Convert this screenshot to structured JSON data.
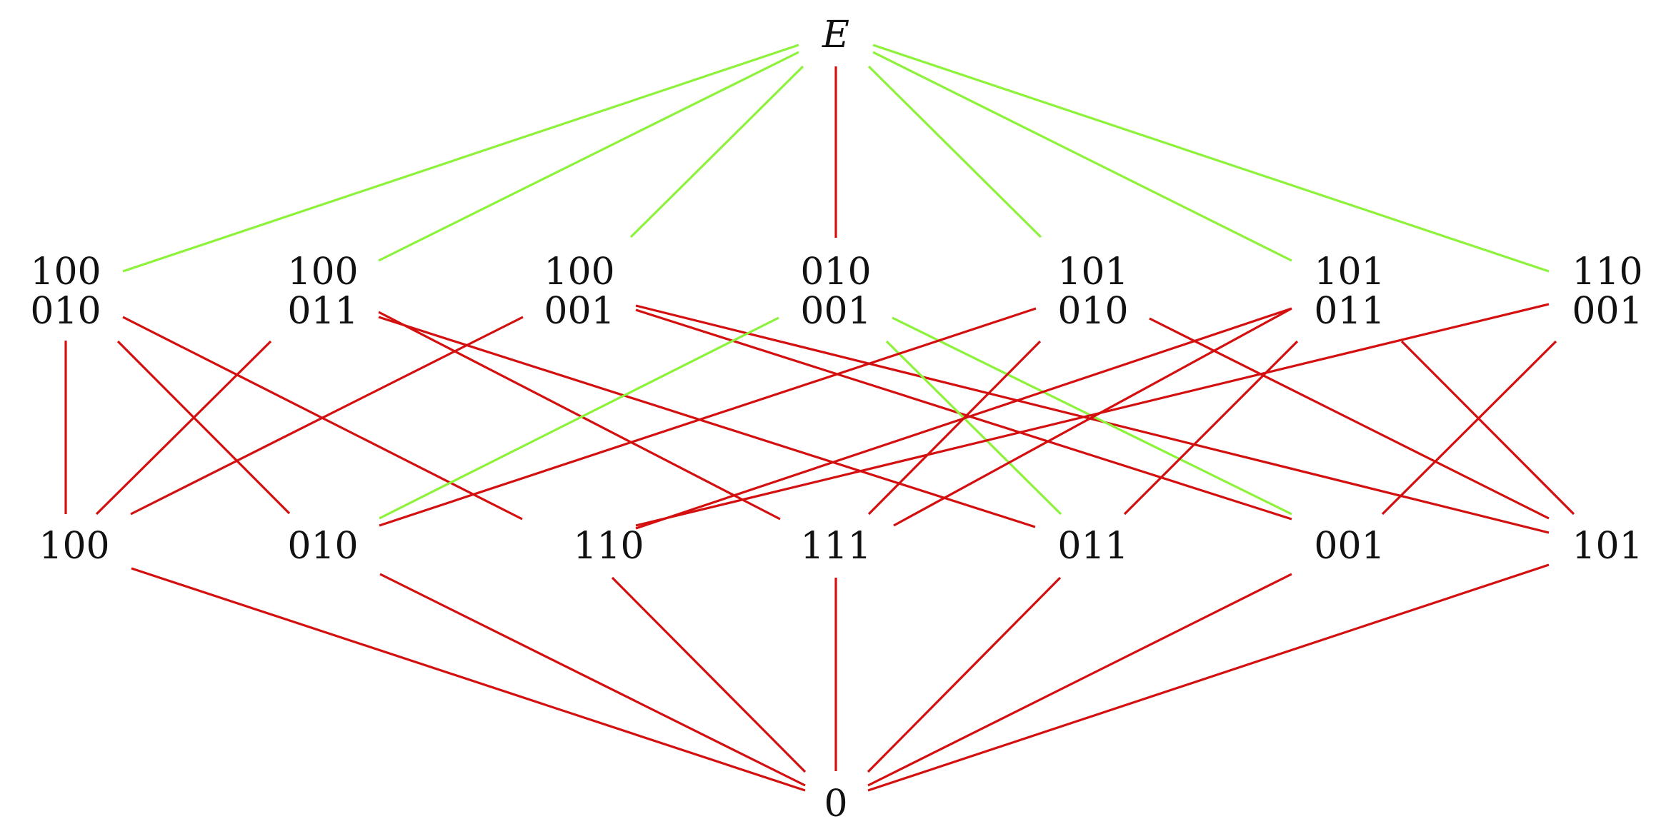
{
  "diagram": {
    "colors": {
      "green": "#8df23a",
      "red": "#d40f0f",
      "text": "#111111"
    },
    "top": "E",
    "middle": [
      [
        "100",
        "010"
      ],
      [
        "100",
        "011"
      ],
      [
        "100",
        "001"
      ],
      [
        "010",
        "001"
      ],
      [
        "101",
        "010"
      ],
      [
        "101",
        "011"
      ],
      [
        "110",
        "001"
      ]
    ],
    "lower": [
      "100",
      "010",
      "110",
      "111",
      "011",
      "001",
      "101"
    ],
    "bottom": "0",
    "top_edges": [
      {
        "to": 0,
        "color": "green"
      },
      {
        "to": 1,
        "color": "green"
      },
      {
        "to": 2,
        "color": "green"
      },
      {
        "to": 3,
        "color": "red"
      },
      {
        "to": 4,
        "color": "green"
      },
      {
        "to": 5,
        "color": "green"
      },
      {
        "to": 6,
        "color": "green"
      }
    ],
    "cross_edges": [
      {
        "from": 0,
        "to": 0,
        "color": "red"
      },
      {
        "from": 0,
        "to": 1,
        "color": "red"
      },
      {
        "from": 0,
        "to": 2,
        "color": "red"
      },
      {
        "from": 1,
        "to": 0,
        "color": "red"
      },
      {
        "from": 1,
        "to": 3,
        "color": "red"
      },
      {
        "from": 1,
        "to": 4,
        "color": "red"
      },
      {
        "from": 2,
        "to": 0,
        "color": "red"
      },
      {
        "from": 2,
        "to": 5,
        "color": "red"
      },
      {
        "from": 2,
        "to": 6,
        "color": "red"
      },
      {
        "from": 3,
        "to": 1,
        "color": "green"
      },
      {
        "from": 3,
        "to": 4,
        "color": "green"
      },
      {
        "from": 3,
        "to": 5,
        "color": "green"
      },
      {
        "from": 4,
        "to": 1,
        "color": "red"
      },
      {
        "from": 4,
        "to": 3,
        "color": "red"
      },
      {
        "from": 4,
        "to": 6,
        "color": "red"
      },
      {
        "from": 5,
        "to": 2,
        "color": "red"
      },
      {
        "from": 5,
        "to": 3,
        "color": "red"
      },
      {
        "from": 5,
        "to": 4,
        "color": "red"
      },
      {
        "from": 6,
        "to": 2,
        "color": "red"
      },
      {
        "from": 6,
        "to": 5,
        "color": "red"
      },
      {
        "from": 6,
        "to": 6,
        "color": "red"
      }
    ],
    "bottom_edges": [
      {
        "from": 0,
        "color": "red"
      },
      {
        "from": 1,
        "color": "red"
      },
      {
        "from": 2,
        "color": "red"
      },
      {
        "from": 3,
        "color": "red"
      },
      {
        "from": 4,
        "color": "red"
      },
      {
        "from": 5,
        "color": "red"
      },
      {
        "from": 6,
        "color": "red"
      }
    ]
  }
}
